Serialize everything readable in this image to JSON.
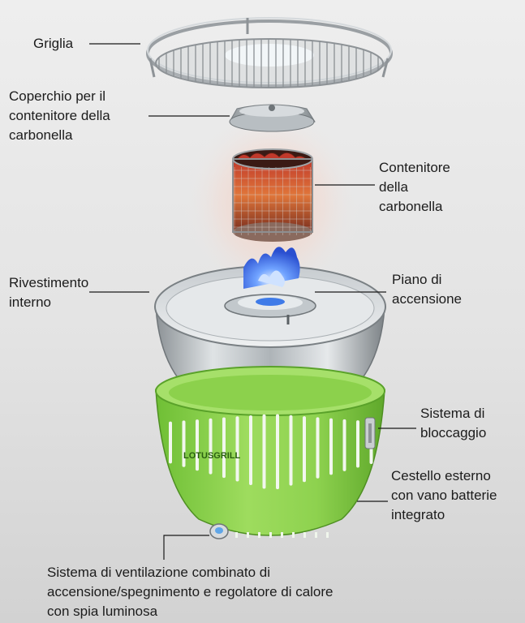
{
  "labels": {
    "griglia": "Griglia",
    "coperchio": "Coperchio per il\ncontenitore della\ncarbonella",
    "contenitore": "Contenitore\ndella\ncarbonella",
    "rivestimento": "Rivestimento\ninterno",
    "piano": "Piano di\naccensione",
    "bloccaggio": "Sistema di\nbloccaggio",
    "cestello": "Cestello esterno\ncon vano batterie\nintegrato",
    "ventilazione": "Sistema di ventilazione combinato di\naccensione/spegnimento e regolatore di calore\ncon spia luminosa"
  },
  "brand": {
    "logo_text": "LOTUSGRILL"
  },
  "colors": {
    "label_text": "#1c1c1c",
    "leader_line": "#1a1a1a",
    "basket_green": "#8ed24f",
    "basket_dark": "#5fa82b",
    "steel": "#b9bfc3",
    "flame_blue": "#3f7be8",
    "ember_orange": "#d8572a"
  }
}
